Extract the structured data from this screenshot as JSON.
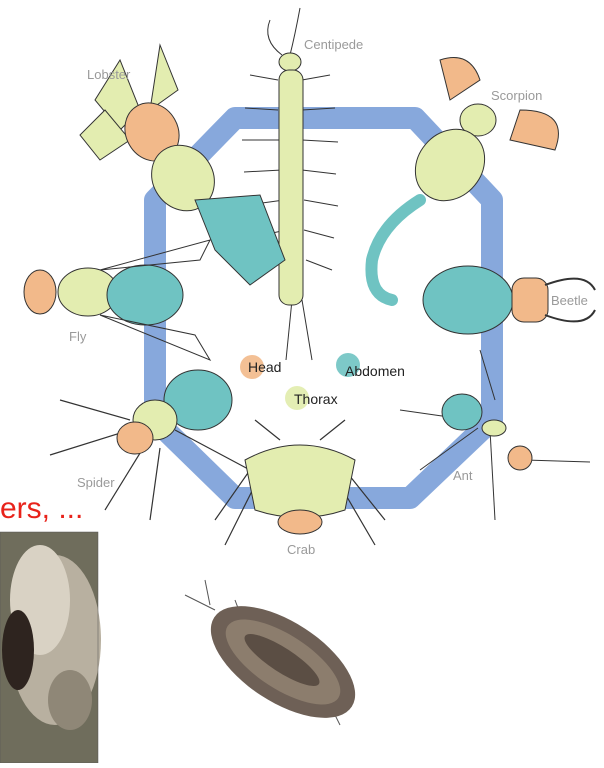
{
  "labels": {
    "centipede": "Centipede",
    "lobster": "Lobster",
    "scorpion": "Scorpion",
    "beetle": "Beetle",
    "fly": "Fly",
    "spider": "Spider",
    "crab": "Crab",
    "ant": "Ant"
  },
  "legend": {
    "head": "Head",
    "thorax": "Thorax",
    "abdomen": "Abdomen"
  },
  "caption_fragment": "ers, ...",
  "colors": {
    "head": "#f2b98a",
    "thorax": "#e3edb0",
    "abdomen": "#6fc3c2",
    "ring": "#7a9fd8",
    "caption": "#e8231b"
  }
}
